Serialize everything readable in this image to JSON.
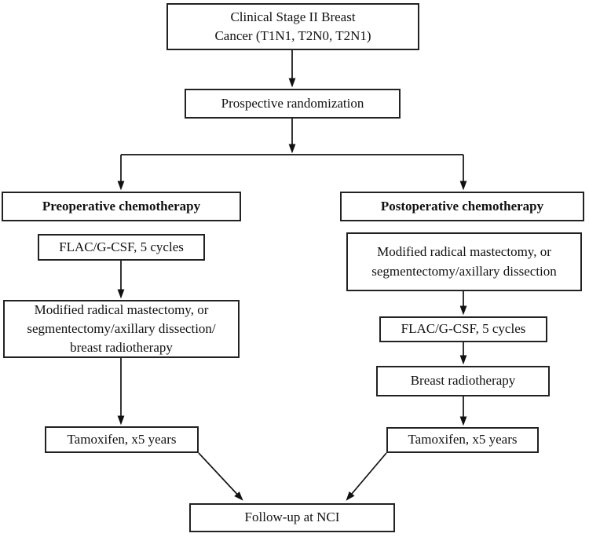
{
  "figure": {
    "background_color": "#ffffff",
    "box_border_color": "#222222",
    "text_color": "#111111",
    "arrow_color": "#111111",
    "nodes": {
      "clinical_stage": {
        "lines": [
          "Clinical Stage II Breast",
          "Cancer (T1N1, T2N0, T2N1)"
        ]
      },
      "randomization": {
        "label": "Prospective randomization"
      },
      "preop_arm": {
        "label": "Preoperative chemotherapy"
      },
      "preop_flac": {
        "label": "FLAC/G-CSF, 5 cycles"
      },
      "preop_surgery": {
        "lines": [
          "Modified radical mastectomy, or",
          "segmentectomy/axillary dissection/",
          "breast radiotherapy"
        ]
      },
      "preop_tamoxifen": {
        "label": "Tamoxifen, x5 years"
      },
      "postop_arm": {
        "label": "Postoperative chemotherapy"
      },
      "postop_surgery": {
        "lines": [
          "Modified radical mastectomy, or",
          "segmentectomy/axillary dissection"
        ]
      },
      "postop_flac": {
        "label": "FLAC/G-CSF, 5 cycles"
      },
      "postop_radiotherapy": {
        "label": "Breast radiotherapy"
      },
      "postop_tamoxifen": {
        "label": "Tamoxifen, x5 years"
      },
      "followup": {
        "label": "Follow-up at NCI"
      }
    }
  }
}
